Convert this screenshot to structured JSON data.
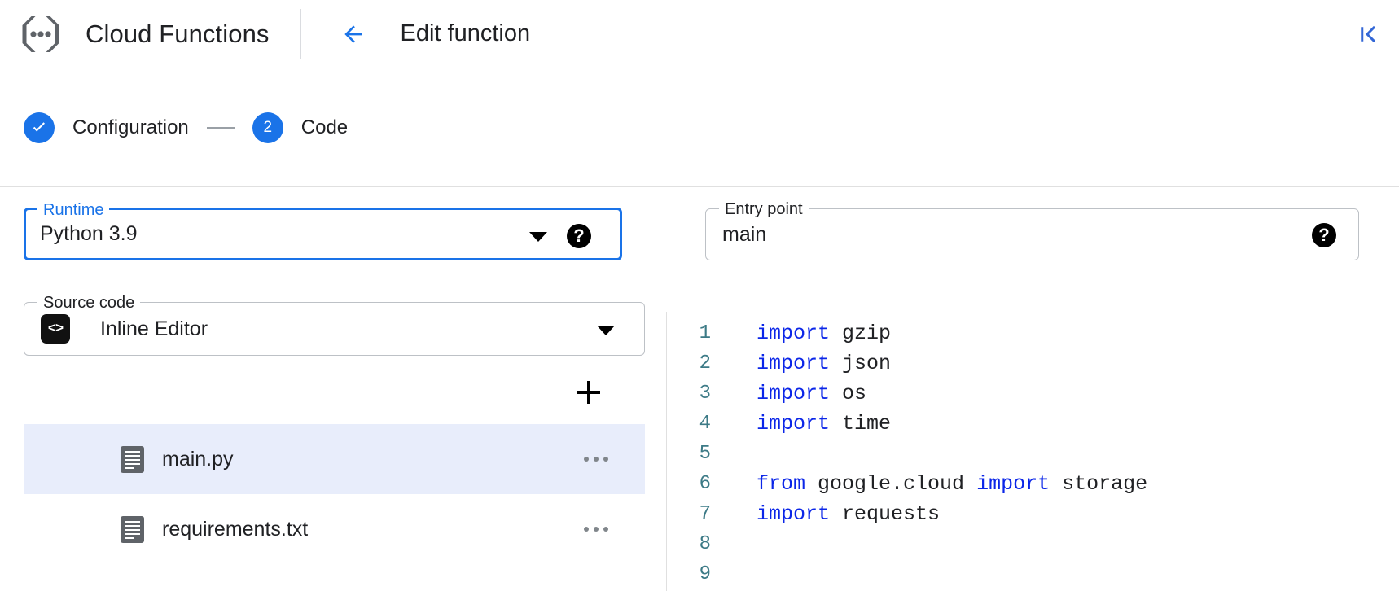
{
  "header": {
    "logo_icon": "cloud-functions-logo",
    "product_title": "Cloud Functions",
    "back_icon": "back-arrow-icon",
    "page_title": "Edit function",
    "collapse_icon": "collapse-panel-icon"
  },
  "stepper": {
    "steps": [
      {
        "marker": "✓",
        "label": "Configuration",
        "state": "completed"
      },
      {
        "marker": "2",
        "label": "Code",
        "state": "active"
      }
    ],
    "connector": "—"
  },
  "fields": {
    "runtime": {
      "label": "Runtime",
      "value": "Python 3.9",
      "focused": true,
      "dropdown_icon": "chevron-down-icon",
      "help_icon": "help-icon",
      "help_glyph": "?"
    },
    "entry_point": {
      "label": "Entry point",
      "value": "main",
      "focused": false,
      "help_icon": "help-icon",
      "help_glyph": "?"
    },
    "source_code": {
      "label": "Source code",
      "value": "Inline Editor",
      "badge_icon": "code-brackets-icon",
      "badge_glyph": "<>",
      "dropdown_icon": "chevron-down-icon"
    }
  },
  "file_panel": {
    "add_button_icon": "plus-icon",
    "files": [
      {
        "name": "main.py",
        "icon": "file-document-icon",
        "selected": true,
        "menu_icon": "more-options-icon"
      },
      {
        "name": "requirements.txt",
        "icon": "file-document-icon",
        "selected": false,
        "menu_icon": "more-options-icon"
      }
    ]
  },
  "editor": {
    "language": "python",
    "lines": [
      {
        "n": "1",
        "tokens": [
          {
            "t": "import",
            "k": true
          },
          {
            "t": " gzip",
            "k": false
          }
        ]
      },
      {
        "n": "2",
        "tokens": [
          {
            "t": "import",
            "k": true
          },
          {
            "t": " json",
            "k": false
          }
        ]
      },
      {
        "n": "3",
        "tokens": [
          {
            "t": "import",
            "k": true
          },
          {
            "t": " os",
            "k": false
          }
        ]
      },
      {
        "n": "4",
        "tokens": [
          {
            "t": "import",
            "k": true
          },
          {
            "t": " time",
            "k": false
          }
        ]
      },
      {
        "n": "5",
        "tokens": []
      },
      {
        "n": "6",
        "tokens": [
          {
            "t": "from",
            "k": true
          },
          {
            "t": " google.cloud ",
            "k": false
          },
          {
            "t": "import",
            "k": true
          },
          {
            "t": " storage",
            "k": false
          }
        ]
      },
      {
        "n": "7",
        "tokens": [
          {
            "t": "import",
            "k": true
          },
          {
            "t": " requests",
            "k": false
          }
        ]
      },
      {
        "n": "8",
        "tokens": []
      },
      {
        "n": "9",
        "tokens": []
      }
    ]
  },
  "colors": {
    "accent_blue": "#1a73e8",
    "keyword_blue": "#0b26e8",
    "line_number": "#3c7a86",
    "selected_row": "#e8edfb",
    "border_gray": "#bdc1c6",
    "icon_gray": "#5f6368"
  }
}
